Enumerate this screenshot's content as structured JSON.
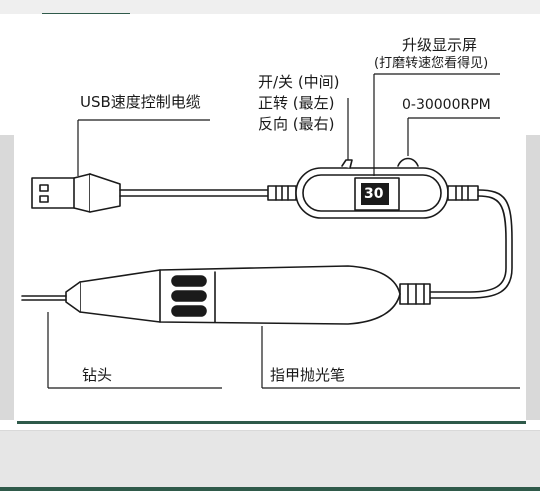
{
  "labels": {
    "usb_cable": "USB速度控制电缆",
    "switch_line1": "开/关 (中间)",
    "switch_line2": "正转 (最左)",
    "switch_line3": "反向 (最右)",
    "display_line1": "升级显示屏",
    "display_line2": "(打磨转速您看得见)",
    "rpm_range": "0-30000RPM",
    "display_value": "30",
    "drill_bit": "钻头",
    "pen": "指甲抛光笔"
  },
  "colors": {
    "line": "#1a1a1a",
    "accent_green": "#2f5a4a",
    "background": "#ffffff",
    "frame": "#d9d9d9"
  }
}
